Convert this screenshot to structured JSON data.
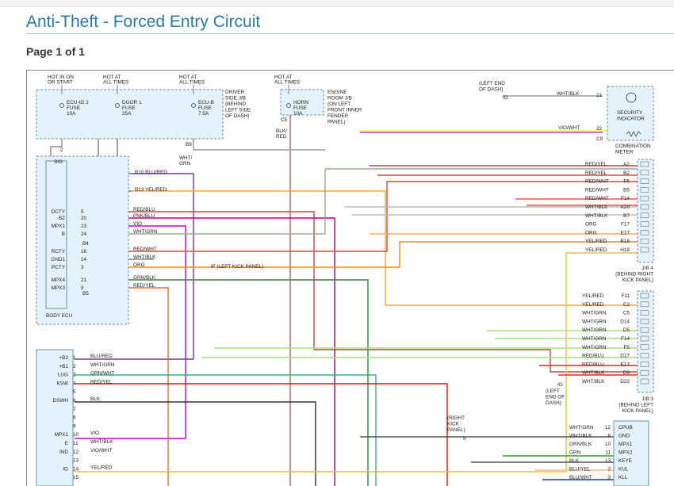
{
  "header": {
    "title": "Anti-Theft - Forced Entry Circuit",
    "page_label": "Page 1 of 1"
  },
  "colors": {
    "title": "#2a79a8",
    "box_fill": "#e3f2fb",
    "box_stroke": "#6f8ea3"
  },
  "fuses": [
    {
      "hot": "HOT IN ON\nOR START",
      "name": "ECU-IG 2\nFUSE\n10A"
    },
    {
      "hot": "HOT AT\nALL TIMES",
      "name": "DOOR 1\nFUSE\n25A"
    },
    {
      "hot": "HOT AT\nALL TIMES",
      "name": "ECU-B\nFUSE\n7.5A"
    },
    {
      "hot": "HOT AT\nALL TIMES",
      "name": "HORN\nFUSE\n10A"
    }
  ],
  "labels": {
    "driver_jb": "DRIVER\nSIDE J/B\n(BEHIND\nLEFT SIDE\nOF DASH)",
    "engine_jb": "ENGINE\nROOM J/B\n(ON LEFT\nFRONT INNER\nFENDER\nPANEL)",
    "left_end_dash": "(LEFT END\nOF DASH)",
    "security_indicator": "SECURITY\nINDICATOR",
    "combination_meter": "COMBINATION\nMETER",
    "body_ecu": "BODY ECU",
    "jb4": "J/B 4\n(BEHIND RIGHT\nKICK PANEL)",
    "jb3": "J/B 3\n(BEHIND LEFT\nKICK PANEL)",
    "if_kick": "IF  (LEFT KICK PANEL)",
    "ig_left_end": "(LEFT\nEND OF\nDASH)",
    "right_kick": "(RIGHT\nKICK\nPANEL)",
    "sig": "SIG",
    "c5": "C5",
    "b9": "B9",
    "c9": "C9",
    "wht_grn": "WHT/\nGRN",
    "blk_red": "BLK/\nRED",
    "ig": "IG",
    "ii": "II",
    "whtblk_top": "WHT/BLK",
    "pin21": "21",
    "pin22": "22",
    "vio_wht": "VIO/WHT",
    "b4": "B4",
    "b5": "B5",
    "pin2": "2",
    "b10": "B10  BLU/RED",
    "b13": "B13  YEL/RED"
  },
  "body_ecu_pins": [
    {
      "name": "DCTY",
      "pin": "5",
      "wire": "RED/BLU"
    },
    {
      "name": "BZ",
      "pin": "20",
      "wire": "PNK/BLU"
    },
    {
      "name": "MPX1",
      "pin": "23",
      "wire": "VIO"
    },
    {
      "name": "B",
      "pin": "24",
      "wire": "WHT/GRN"
    },
    {
      "name": "RCTY",
      "pin": "16",
      "wire": "RED/WHT"
    },
    {
      "name": "GND1",
      "pin": "14",
      "wire": "WHT/BLK"
    },
    {
      "name": "PCTY",
      "pin": "3",
      "wire": "ORG"
    },
    {
      "name": "MPX4",
      "pin": "21",
      "wire": "GRN/BLK"
    },
    {
      "name": "MPX3",
      "pin": "9",
      "wire": "RED/YEL"
    }
  ],
  "lower_ecu_pins": [
    {
      "name": "+B2",
      "pin": "1",
      "wire": "BLU/RED"
    },
    {
      "name": "+B1",
      "pin": "2",
      "wire": "WHT/GRN"
    },
    {
      "name": "LUG",
      "pin": "3",
      "wire": "GRN/WHT"
    },
    {
      "name": "KSW",
      "pin": "4",
      "wire": "RED/YEL"
    },
    {
      "name": "",
      "pin": "5",
      "wire": ""
    },
    {
      "name": "DSWH",
      "pin": "6",
      "wire": "BLK"
    },
    {
      "name": "",
      "pin": "7",
      "wire": ""
    },
    {
      "name": "",
      "pin": "8",
      "wire": ""
    },
    {
      "name": "",
      "pin": "9",
      "wire": ""
    },
    {
      "name": "MPX1",
      "pin": "10",
      "wire": "VIO"
    },
    {
      "name": "E",
      "pin": "11",
      "wire": "WHT/BLK"
    },
    {
      "name": "IND",
      "pin": "12",
      "wire": "VIO/WHT"
    },
    {
      "name": "",
      "pin": "13",
      "wire": ""
    },
    {
      "name": "IG",
      "pin": "14",
      "wire": "YEL/RED"
    },
    {
      "name": "",
      "pin": "15",
      "wire": ""
    }
  ],
  "jb4_pins": [
    {
      "wire": "RED/YEL",
      "pin": "A2"
    },
    {
      "wire": "RED/YEL",
      "pin": "B2"
    },
    {
      "wire": "RED/WHT",
      "pin": "F5"
    },
    {
      "wire": "RED/WHT",
      "pin": "B5"
    },
    {
      "wire": "RED/WHT",
      "pin": "F14"
    },
    {
      "wire": "WHT/BLK",
      "pin": "A20"
    },
    {
      "wire": "WHT/BLK",
      "pin": "B7"
    },
    {
      "wire": "ORG",
      "pin": "F17"
    },
    {
      "wire": "ORG",
      "pin": "E17"
    },
    {
      "wire": "YEL/RED",
      "pin": "B18"
    },
    {
      "wire": "YEL/RED",
      "pin": "H18"
    }
  ],
  "jb3_pins": [
    {
      "wire": "YEL/RED",
      "pin": "F11"
    },
    {
      "wire": "YEL/RED",
      "pin": "C2"
    },
    {
      "wire": "WHT/GRN",
      "pin": "C5"
    },
    {
      "wire": "WHT/GRN",
      "pin": "D14"
    },
    {
      "wire": "WHT/GRN",
      "pin": "D5"
    },
    {
      "wire": "WHT/GRN",
      "pin": "F14"
    },
    {
      "wire": "WHT/GRN",
      "pin": "F5"
    },
    {
      "wire": "RED/BLU",
      "pin": "D17"
    },
    {
      "wire": "RED/BLU",
      "pin": "E17"
    },
    {
      "wire": "WHT/BLK",
      "pin": "D9"
    },
    {
      "wire": "WHT/BLK",
      "pin": "D22"
    }
  ],
  "rk_pins": [
    {
      "wire": "WHT/GRN",
      "pin": "12",
      "name": "CPUB"
    },
    {
      "wire": "WHT/BLK",
      "pin": "8",
      "name": "GND"
    },
    {
      "wire": "GRN/BLK",
      "pin": "10",
      "name": "MPX1"
    },
    {
      "wire": "GRN",
      "pin": "11",
      "name": "MPX2"
    },
    {
      "wire": "BLK",
      "pin": "13",
      "name": "KEYE"
    },
    {
      "wire": "BLU/YEL",
      "pin": "2",
      "name": "KUL"
    },
    {
      "wire": "BLU/WHT",
      "pin": "3",
      "name": "KLL"
    }
  ]
}
